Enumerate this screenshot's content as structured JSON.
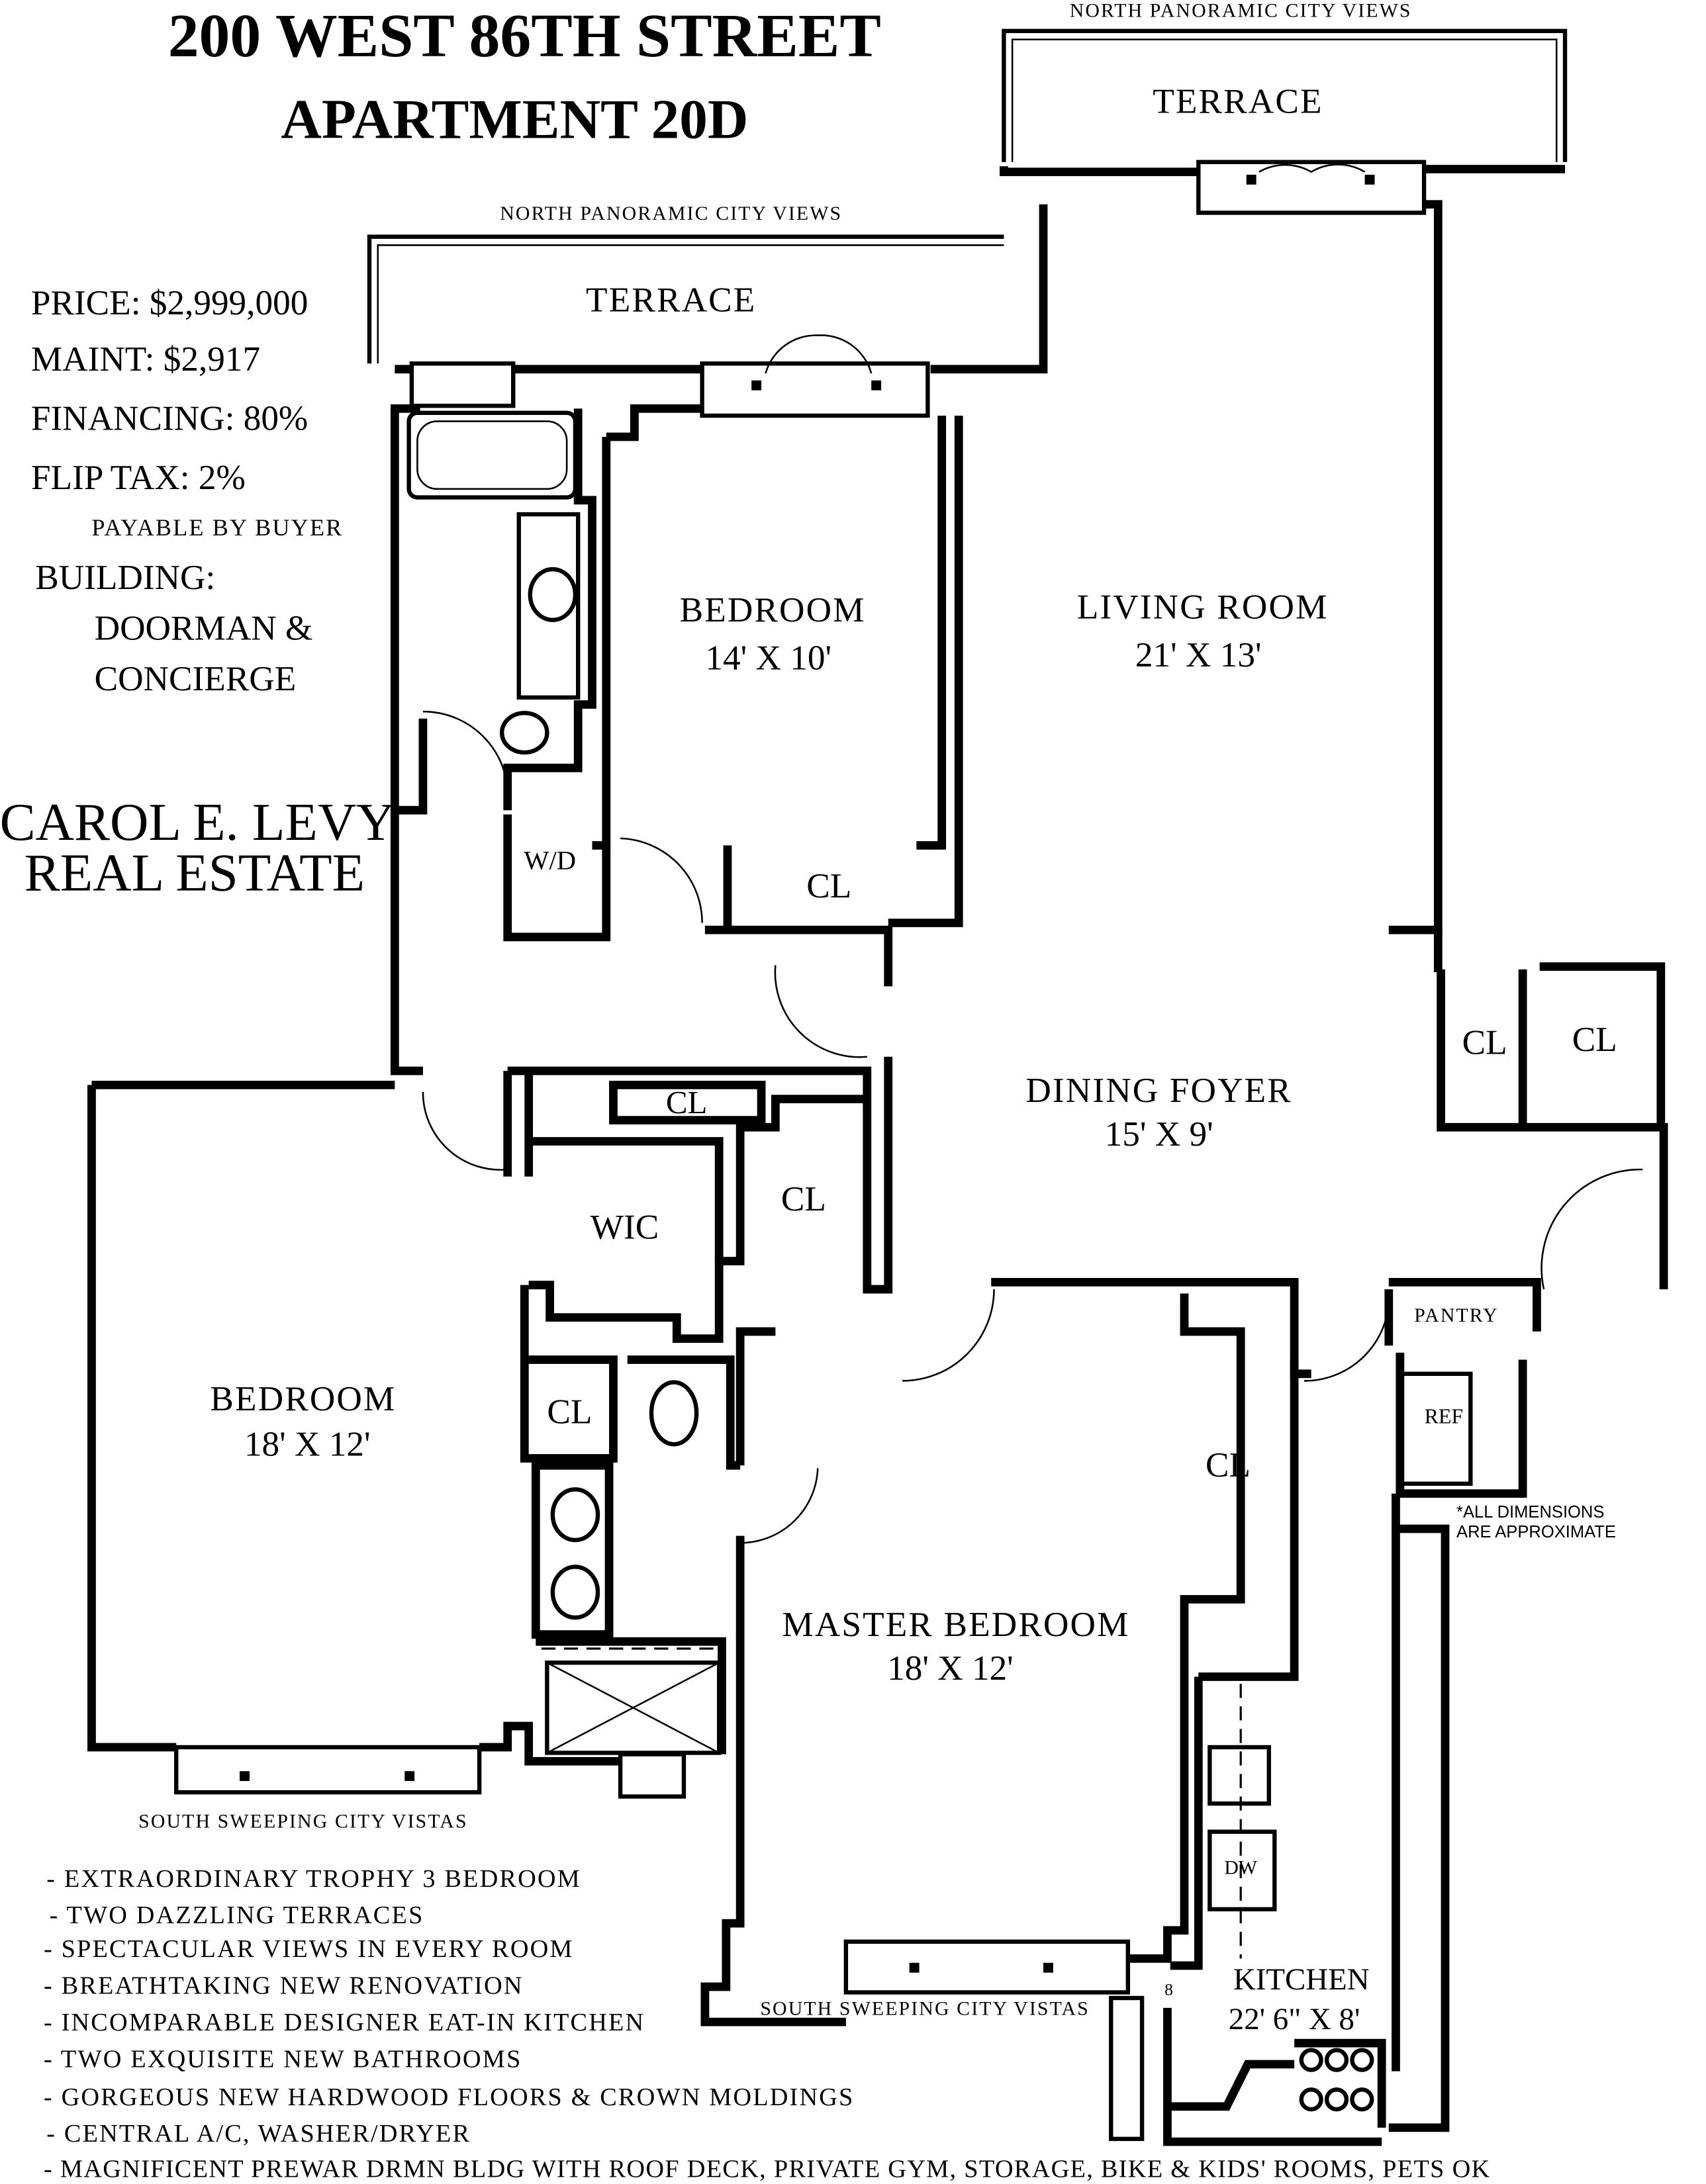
{
  "header": {
    "title_line1": "200 WEST 86TH STREET",
    "title_line2": "APARTMENT 20D"
  },
  "info": {
    "price": "PRICE: $2,999,000",
    "maint": "MAINT: $2,917",
    "financing": "FINANCING: 80%",
    "flip_tax": "FLIP TAX: 2%",
    "flip_tax_note": "PAYABLE BY BUYER",
    "building_label": "BUILDING:",
    "building_line1": "DOORMAN &",
    "building_line2": "CONCIERGE"
  },
  "broker": {
    "line1": "CAROL E. LEVY",
    "line2": "REAL ESTATE"
  },
  "views": {
    "north_top": "NORTH PANORAMIC CITY VIEWS",
    "north_left": "NORTH PANORAMIC CITY VIEWS",
    "south_left": "SOUTH SWEEPING CITY VISTAS",
    "south_master": "SOUTH SWEEPING CITY VISTAS"
  },
  "rooms": {
    "terrace_top": "TERRACE",
    "terrace_left": "TERRACE",
    "bedroom1_name": "BEDROOM",
    "bedroom1_dim": "14' X 10'",
    "living_name": "LIVING ROOM",
    "living_dim": "21' X 13'",
    "dining_name": "DINING FOYER",
    "dining_dim": "15' X 9'",
    "bedroom2_name": "BEDROOM",
    "bedroom2_dim": "18' X 12'",
    "master_name": "MASTER BEDROOM",
    "master_dim": "18' X 12'",
    "kitchen_name": "KITCHEN",
    "kitchen_dim": "22' 6\" X 8'",
    "wd": "W/D",
    "wic": "WIC",
    "pantry": "PANTRY",
    "ref": "REF",
    "dw": "DW",
    "cl": "CL",
    "mark": "8"
  },
  "note": {
    "line1": "*ALL DIMENSIONS",
    "line2": "ARE APPROXIMATE"
  },
  "features": [
    "- EXTRAORDINARY TROPHY 3 BEDROOM",
    "- TWO DAZZLING TERRACES",
    "- SPECTACULAR VIEWS IN EVERY ROOM",
    "- BREATHTAKING NEW RENOVATION",
    "- INCOMPARABLE DESIGNER EAT-IN KITCHEN",
    "- TWO EXQUISITE NEW BATHROOMS",
    "- GORGEOUS NEW HARDWOOD FLOORS & CROWN MOLDINGS",
    "- CENTRAL A/C, WASHER/DRYER",
    "- MAGNIFICENT PREWAR DRMN BLDG WITH ROOF DECK, PRIVATE GYM, STORAGE, BIKE & KIDS' ROOMS, PETS OK"
  ]
}
